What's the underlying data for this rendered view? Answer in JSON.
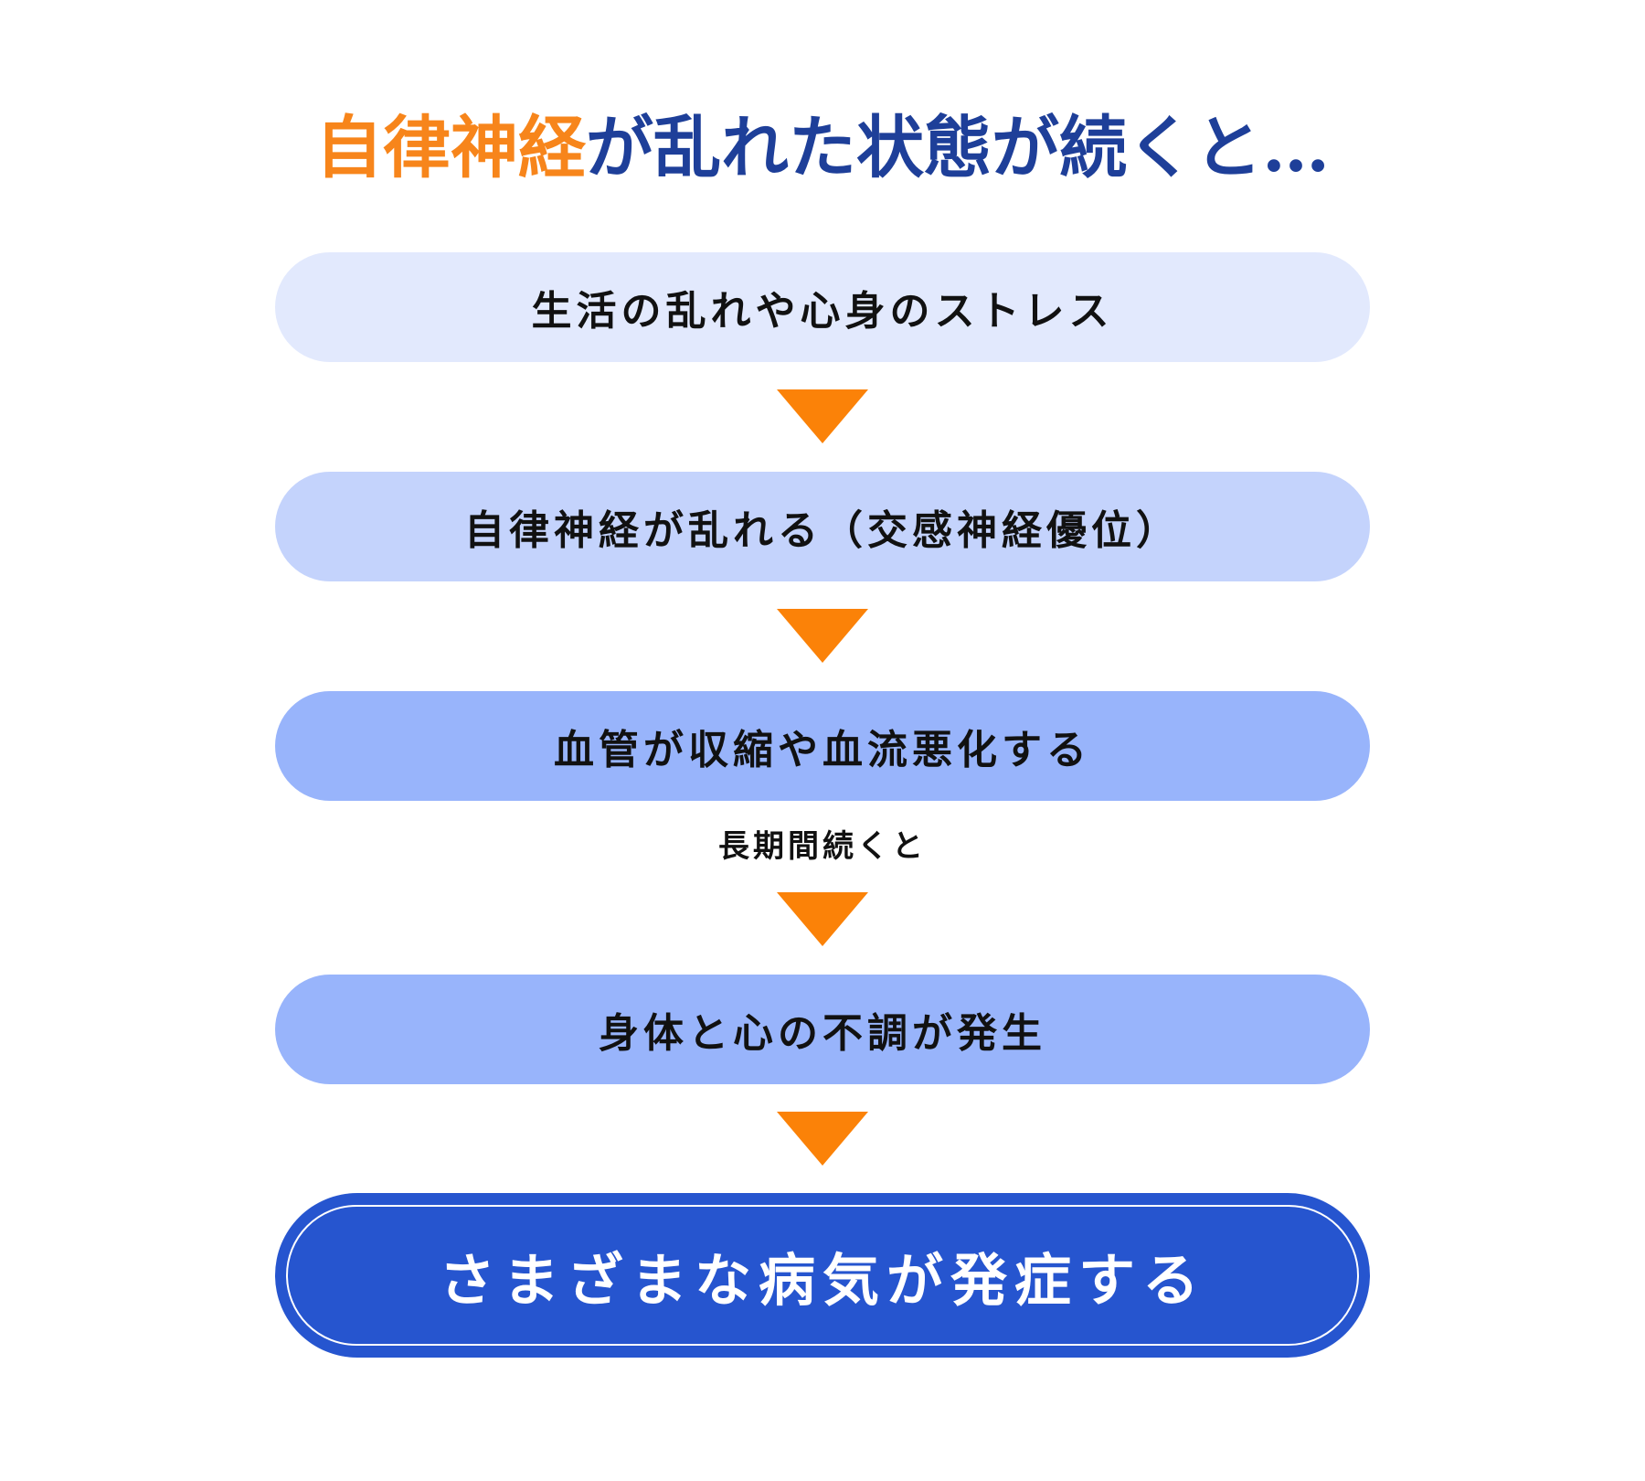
{
  "title": {
    "highlight": "自律神経",
    "rest": "が乱れた状態が続くと…",
    "highlight_color": "#f7851b",
    "rest_color": "#1e3f99"
  },
  "steps": [
    {
      "label": "生活の乱れや心身のストレス",
      "color": "#e2e9fd"
    },
    {
      "label": "自律神経が乱れる（交感神経優位）",
      "color": "#c4d3fc"
    },
    {
      "label": "血管が収縮や血流悪化する",
      "color": "#98b4fb"
    },
    {
      "label": "身体と心の不調が発生",
      "color": "#98b4fb"
    }
  ],
  "note": "長期間続くと",
  "arrow_icon": "down-triangle",
  "arrow_color": "#fb8208",
  "result": {
    "label": "さまざまな病気が発症する",
    "color": "#2655cf"
  }
}
